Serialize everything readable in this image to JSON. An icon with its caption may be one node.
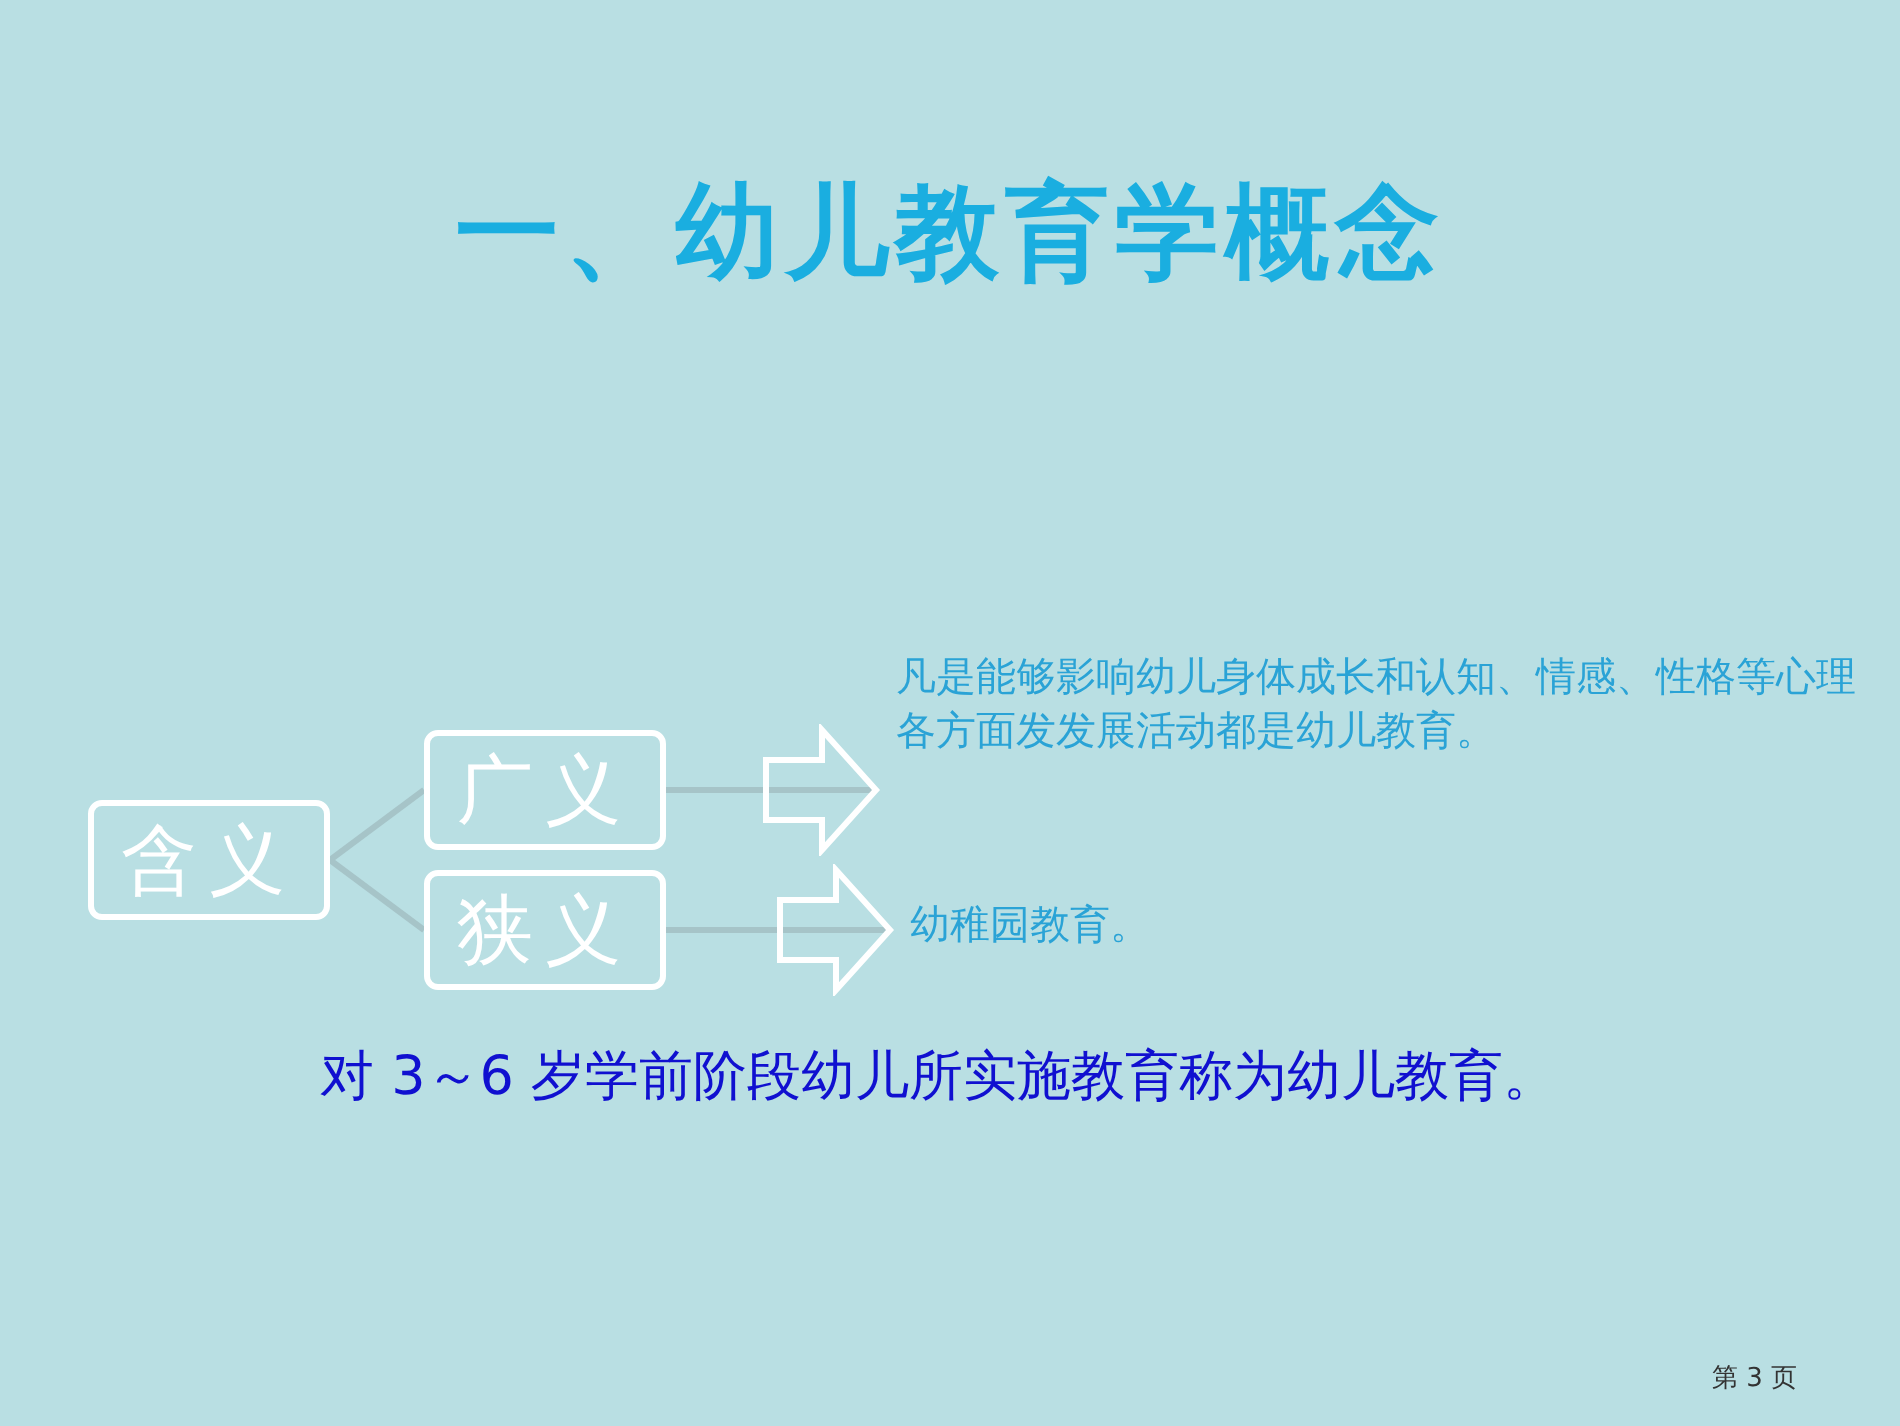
{
  "diagram": {
    "title": "一、幼儿教育学概念",
    "nodes": [
      {
        "text": [
          "含义"
        ]
      },
      {
        "text": [
          "广义"
        ]
      },
      {
        "text": [
          "狭义"
        ]
      },
      {
        "text": [
          "凡是能够影响幼儿身体成长和认知、情感、性格等心理各方面发发展活动都是幼儿教育。"
        ]
      },
      {
        "text": [
          "幼稚园教育。"
        ]
      }
    ],
    "edges": [
      {
        "from": 0,
        "to": 1,
        "arrow": "none"
      },
      {
        "from": 0,
        "to": 2,
        "arrow": "none"
      },
      {
        "from": 1,
        "to": 3,
        "arrow": "to"
      },
      {
        "from": 2,
        "to": 4,
        "arrow": "to"
      }
    ],
    "labels": [
      "对 3～6 岁学前阶段幼儿所实施教育称为幼儿教育。",
      "第 3 页"
    ]
  }
}
